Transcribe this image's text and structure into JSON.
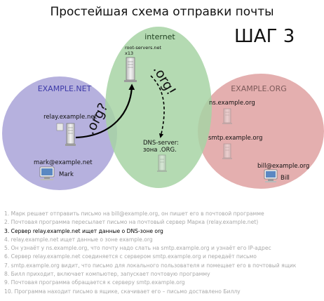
{
  "title": "Простейшая схема отправки почты",
  "step_label": "ШАГ 3",
  "colors": {
    "net_cloud": "#a9a3d8",
    "internet_cloud": "#a7d4a5",
    "org_cloud": "#dfa1a1",
    "net_label": "#3d3aa8",
    "org_label": "#7d5a5a",
    "arrow": "#000000",
    "active_step": "#000000",
    "inactive_step": "#a8a8a8"
  },
  "clouds": {
    "net": {
      "label": "EXAMPLE.NET"
    },
    "internet": {
      "label": "internet"
    },
    "org": {
      "label": "EXAMPLE.ORG"
    }
  },
  "nodes": {
    "root_server": {
      "label_line1": "root-servers.net",
      "label_line2": "x13",
      "icon": "server-icon"
    },
    "relay": {
      "label": "relay.example.net",
      "icon": "server-icon"
    },
    "dns_server": {
      "label_line1": "DNS-server:",
      "label_line2": "зона .ORG.",
      "icon": "server-icon"
    },
    "mark": {
      "address": "mark@example.net",
      "name": "Mark",
      "icon": "computer-icon"
    },
    "ns_org": {
      "label": "ns.example.org"
    },
    "smtp_org": {
      "label": "smtp.example.org"
    },
    "bill": {
      "address": "bill@example.org",
      "name": "Bill",
      "icon": "computer-icon"
    }
  },
  "arrows": {
    "query": {
      "label": ".org?"
    },
    "answer": {
      "label": ".org!"
    }
  },
  "active_step": 3,
  "steps": [
    "1. Марк решает отправить письмо на bill@example.org, он пишет его в почтовой программе",
    "2. Почтовая программа пересылает письмо на почтовый сервер Марка (relay.example.net)",
    "3. Сервер relay.example.net ищет данные о DNS-зоне org",
    "4. relay.example.net ищет данные о зоне example.org",
    "5. Он узнаёт у ns.example.org, что почту надо слать на smtp.example.org и узнаёт его IP-адрес",
    "6. Сервер relay.example.net соединяется с сервером smtp.example.org и передаёт письмо",
    "7. smtp.example.org видит, что письмо для локального пользователя и помещает его в почтовый ящик",
    "8. Билл приходит, включает компьютер, запускает почтовую программу",
    "9. Почтовая программа обращается к серверу smtp.example.org",
    "10. Программа находит письмо в ящике, скачивает его – письмо доставлено Биллу"
  ]
}
